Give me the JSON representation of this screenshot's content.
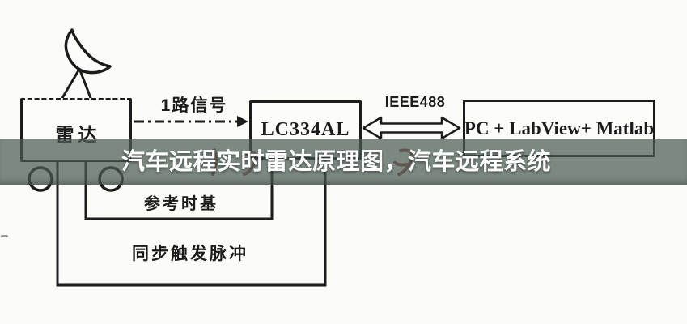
{
  "banner": {
    "title": "汽车远程实时雷达原理图，汽车远程系统",
    "background": "rgba(75,93,85,0.72)",
    "text_color": "#ffffff"
  },
  "diagram": {
    "colors": {
      "ink": "#1c1c1c",
      "paper": "#fbfbf8",
      "red_annotation": "#7e2318"
    },
    "nodes": {
      "radar": {
        "label": "雷达"
      },
      "digitizer": {
        "label": "LC334AL"
      },
      "pc": {
        "label": "PC + LabView+ Matlab"
      }
    },
    "connections": {
      "signal": {
        "label": "1路信号"
      },
      "bus": {
        "label": "IEEE488"
      },
      "ref_timebase": {
        "label": "参考时基"
      },
      "sync_trigger": {
        "label": "同步触发脉冲"
      }
    },
    "icons": {
      "dish": "radar-dish-icon",
      "wheels": "vehicle-wheels-icon",
      "double_arrow": "ieee488-double-arrow-icon",
      "signal_arrow": "right-arrow-icon"
    }
  }
}
